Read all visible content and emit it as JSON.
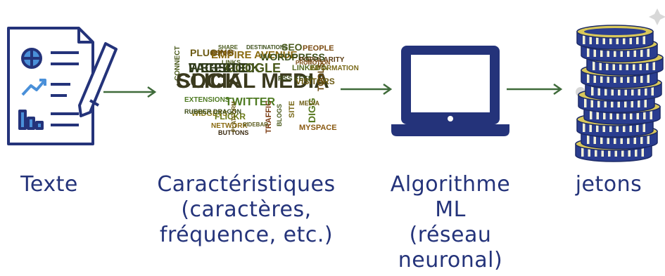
{
  "colors": {
    "primary": "#24337a",
    "arrow": "#3f6b3a",
    "coin": "#2a3d8f",
    "accent": "#4a90d9"
  },
  "nodes": [
    {
      "icon": "document-chart-icon",
      "label": "Texte"
    },
    {
      "icon": "word-cloud-image",
      "label": "Caractéristiques\n(caractères,\nfréquence, etc.)"
    },
    {
      "icon": "laptop-icon",
      "label": "Algorithme\nML\n(réseau\nneuronal)"
    },
    {
      "icon": "coin-stack-icon",
      "label": "jetons"
    }
  ],
  "word_cloud": {
    "words": [
      "SOCIAL MEDIA",
      "FACEBOOK",
      "GOOGLE",
      "TWITTER",
      "PLUGINS",
      "EMPIRE AVENUE",
      "WORDPRESS",
      "SEO",
      "PEOPLE",
      "LINKEDIN",
      "FLICKR",
      "DIGG",
      "WIDGETS",
      "RSS FEED",
      "VISITORS",
      "POPULARITY",
      "INFORMATION",
      "TOOLS",
      "SHARE",
      "MYSPACE",
      "TRAFFIC",
      "RUBBER DRAGON",
      "CONNECT",
      "NETWORK",
      "BUTTONS",
      "MEDIA",
      "SITE",
      "REPORT",
      "EXTENSIONS",
      "PROMOTION",
      "LINKS",
      "DESTINATIONS",
      "SIDEBAR",
      "PLATFORM",
      "BLOGS",
      "CLICK",
      "WEBSITE"
    ]
  }
}
